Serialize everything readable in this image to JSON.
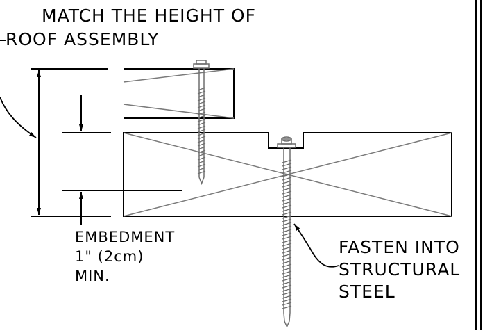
{
  "notes": {
    "top_line1": "MATCH THE HEIGHT OF",
    "top_line2": "ROOF ASSEMBLY",
    "embed_line1": "EMBEDMENT",
    "embed_line2": "1\" (2cm)",
    "embed_line3": "MIN.",
    "fasten_line1": "FASTEN INTO",
    "fasten_line2": "STRUCTURAL",
    "fasten_line3": "STEEL"
  },
  "colors": {
    "ink": "#000000",
    "hatch": "#7a7a7a",
    "screw": "#6e6e6e",
    "background": "#ffffff"
  }
}
